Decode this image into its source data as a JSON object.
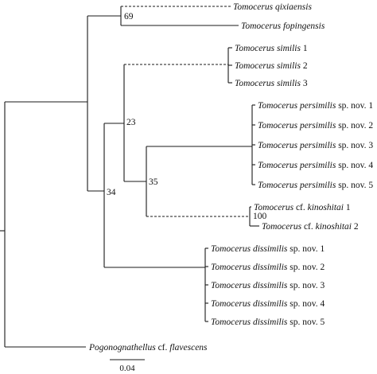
{
  "leaves": {
    "qixiaensis": {
      "genus": "Tomocerus",
      "species": "qixiaensis",
      "suffix": ""
    },
    "fopingensis": {
      "genus": "Tomocerus",
      "species": "fopingensis",
      "suffix": ""
    },
    "similis1": {
      "genus": "Tomocerus",
      "species": "similis",
      "suffix": " 1"
    },
    "similis2": {
      "genus": "Tomocerus",
      "species": "similis",
      "suffix": " 2"
    },
    "similis3": {
      "genus": "Tomocerus",
      "species": "similis",
      "suffix": " 3"
    },
    "persimilis1": {
      "genus": "Tomocerus",
      "species": "persimilis",
      "suffix": " sp. nov. 1"
    },
    "persimilis2": {
      "genus": "Tomocerus",
      "species": "persimilis",
      "suffix": " sp. nov. 2"
    },
    "persimilis3": {
      "genus": "Tomocerus",
      "species": "persimilis",
      "suffix": " sp. nov. 3"
    },
    "persimilis4": {
      "genus": "Tomocerus",
      "species": "persimilis",
      "suffix": " sp. nov. 4"
    },
    "persimilis5": {
      "genus": "Tomocerus",
      "species": "persimilis",
      "suffix": " sp. nov. 5"
    },
    "kinoshitai1": {
      "genus": "Tomocerus",
      "prefix": " cf. ",
      "species": "kinoshitai",
      "suffix": " 1"
    },
    "kinoshitai2": {
      "genus": "Tomocerus",
      "prefix": " cf. ",
      "species": "kinoshitai",
      "suffix": " 2"
    },
    "dissimilis1": {
      "genus": "Tomocerus",
      "species": "dissimilis",
      "suffix": " sp. nov. 1"
    },
    "dissimilis2": {
      "genus": "Tomocerus",
      "species": "dissimilis",
      "suffix": " sp. nov. 2"
    },
    "dissimilis3": {
      "genus": "Tomocerus",
      "species": "dissimilis",
      "suffix": " sp. nov. 3"
    },
    "dissimilis4": {
      "genus": "Tomocerus",
      "species": "dissimilis",
      "suffix": " sp. nov. 4"
    },
    "dissimilis5": {
      "genus": "Tomocerus",
      "species": "dissimilis",
      "suffix": " sp. nov. 5"
    },
    "outgroup": {
      "genus": "Pogonognathellus",
      "prefix": " cf. ",
      "species": "flavescens",
      "suffix": ""
    }
  },
  "support": {
    "n69": "69",
    "n23": "23",
    "n35": "35",
    "n100": "100",
    "n34": "34"
  },
  "scale_bar": {
    "label": "0.04",
    "value": 0.04
  }
}
